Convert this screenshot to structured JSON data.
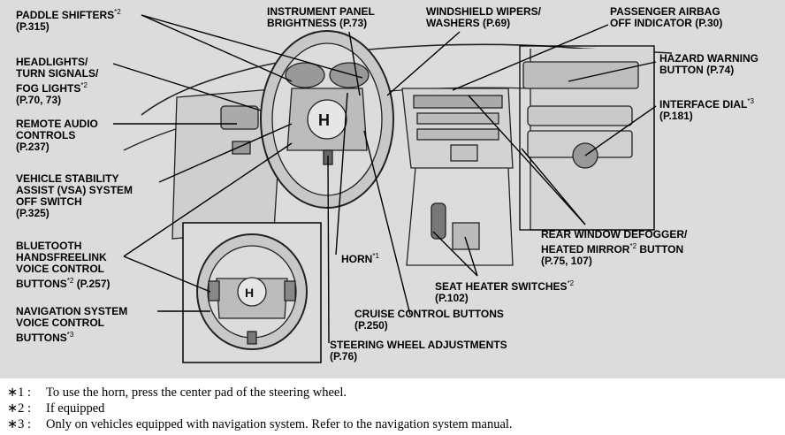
{
  "callouts": {
    "paddle": {
      "text": "PADDLE SHIFTERS",
      "mark": "*2",
      "ref": "(P.315)"
    },
    "panel": {
      "text": "INSTRUMENT PANEL",
      "text2": "BRIGHTNESS (P.73)"
    },
    "wipers": {
      "text": "WINDSHIELD WIPERS/",
      "text2": "WASHERS (P.69)"
    },
    "airbag": {
      "text": "PASSENGER AIRBAG",
      "text2": "OFF INDICATOR (P.30)"
    },
    "headlights": {
      "l1": "HEADLIGHTS/",
      "l2": "TURN SIGNALS/",
      "l3": "FOG LIGHTS",
      "mark": "*2",
      "ref": "(P.70, 73)"
    },
    "hazard": {
      "text": "HAZARD WARNING",
      "text2": "BUTTON (P.74)"
    },
    "interface": {
      "text": "INTERFACE DIAL",
      "mark": "*3",
      "ref": "(P.181)"
    },
    "remote": {
      "l1": "REMOTE AUDIO",
      "l2": "CONTROLS",
      "ref": "(P.237)"
    },
    "vsa": {
      "l1": "VEHICLE STABILITY",
      "l2": "ASSIST (VSA) SYSTEM",
      "l3": "OFF SWITCH",
      "ref": "(P.325)"
    },
    "bluetooth": {
      "l1": "BLUETOOTH",
      "l2": "HANDSFREELINK",
      "l3": "VOICE CONTROL",
      "l4": "BUTTONS",
      "mark": "*2",
      "ref": "(P.257)"
    },
    "horn": {
      "text": "HORN",
      "mark": "*1"
    },
    "defogger": {
      "l1": "REAR WINDOW DEFOGGER/",
      "l2": "HEATED MIRROR",
      "mark": "*2",
      "l2b": "BUTTON",
      "ref": "(P.75, 107)"
    },
    "seat": {
      "text": "SEAT HEATER SWITCHES",
      "mark": "*2",
      "ref": "(P.102)"
    },
    "cruise": {
      "text": "CRUISE CONTROL BUTTONS",
      "ref": "(P.250)"
    },
    "nav": {
      "l1": "NAVIGATION SYSTEM",
      "l2": "VOICE CONTROL",
      "l3": "BUTTONS",
      "mark": "*3"
    },
    "steering": {
      "text": "STEERING WHEEL ADJUSTMENTS",
      "ref": "(P.76)"
    }
  },
  "footnotes": [
    {
      "mark": "∗1 :",
      "text": "To use the horn, press the center pad of the steering wheel."
    },
    {
      "mark": "∗2 :",
      "text": "If equipped"
    },
    {
      "mark": "∗3 :",
      "text": "Only on vehicles equipped with navigation system. Refer to the navigation system manual."
    }
  ],
  "colors": {
    "background": "#dcdcdc",
    "ink": "#000000",
    "paper": "#ffffff"
  }
}
